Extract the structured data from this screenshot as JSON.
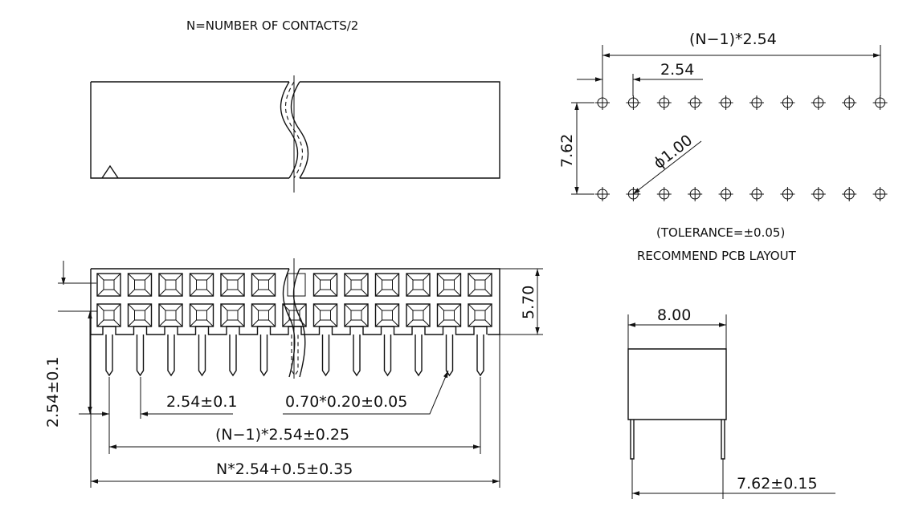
{
  "note_n": "N=NUMBER OF CONTACTS/2",
  "pcb": {
    "pitch_total": "(N−1)*2.54",
    "pitch": "2.54",
    "row_spacing": "7.62",
    "hole_dia": "ϕ1.00",
    "tolerance": "(TOLERANCE=±0.05)",
    "caption": "RECOMMEND PCB LAYOUT"
  },
  "front": {
    "height": "5.70",
    "tail_length": "2.54±0.1",
    "pin_pitch": "2.54±0.1",
    "pin_size": "0.70*0.20±0.05",
    "pin_span": "(N−1)*2.54±0.25",
    "body_length": "N*2.54+0.5±0.35"
  },
  "side": {
    "width": "8.00",
    "row_pitch": "7.62±0.15"
  }
}
